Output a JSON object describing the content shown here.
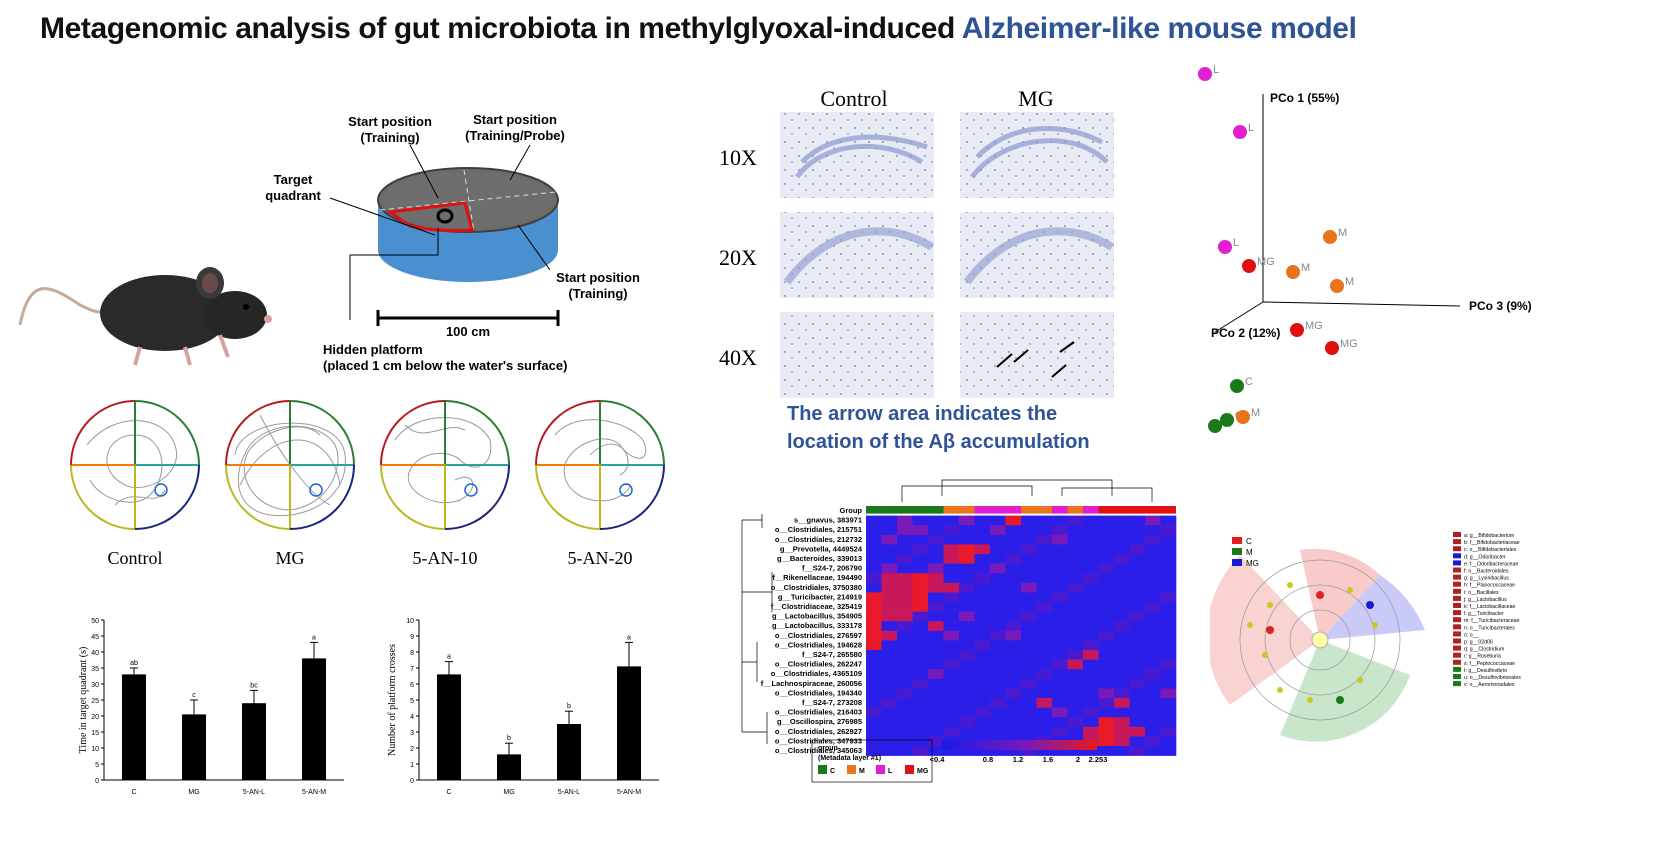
{
  "title": {
    "main": "Metagenomic analysis of gut microbiota in methylglyoxal-induced ",
    "highlight": "Alzheimer-like mouse model",
    "highlight_color": "#2f5496"
  },
  "mwm_diagram": {
    "start_training_1": [
      "Start position",
      "(Training)"
    ],
    "start_training_probe": [
      "Start position",
      "(Training/Probe)"
    ],
    "target_quadrant": [
      "Target",
      "quadrant"
    ],
    "start_training_2": [
      "Start position",
      "(Training)"
    ],
    "scale": "100 cm",
    "hidden_platform": [
      "Hidden platform",
      "(placed 1 cm below the water's surface)"
    ]
  },
  "swim_paths": {
    "labels": [
      "Control",
      "MG",
      "5-AN-10",
      "5-AN-20"
    ]
  },
  "histology": {
    "columns": [
      "Control",
      "MG"
    ],
    "rows": [
      "10X",
      "20X",
      "40X"
    ],
    "caption": [
      "The arrow area indicates the",
      "location of the Aβ  accumulation"
    ]
  },
  "pcoa": {
    "axes": [
      "PCo 1 (55%)",
      "PCo 2 (12%)",
      "PCo 3 (9%)"
    ],
    "points": [
      {
        "label": "L",
        "color": "#e020d0"
      },
      {
        "label": "L",
        "color": "#e020d0"
      },
      {
        "label": "L",
        "color": "#e020d0"
      },
      {
        "label": "M",
        "color": "#e8741c"
      },
      {
        "label": "M",
        "color": "#e8741c"
      },
      {
        "label": "M",
        "color": "#e8741c"
      },
      {
        "label": "MG",
        "color": "#e01010"
      },
      {
        "label": "MG",
        "color": "#e01010"
      },
      {
        "label": "MG",
        "color": "#e01010"
      },
      {
        "label": "C",
        "color": "#1a7a1a"
      },
      {
        "label": "C",
        "color": "#1a7a1a"
      },
      {
        "label": "C",
        "color": "#1a7a1a"
      },
      {
        "label": "M",
        "color": "#e8741c"
      }
    ]
  },
  "heatmap": {
    "row_labels": [
      "Group",
      "s__gnavus, 383971",
      "o__Clostridiales, 215751",
      "o__Clostridiales, 212732",
      "g__Prevotella, 4449524",
      "g__Bacteroides, 339013",
      "f__S24-7, 206790",
      "f__Rikenellaceae, 194490",
      "o__Clostridiales, 3750380",
      "g__Turicibacter, 214919",
      "f__Clostridiaceae, 325419",
      "g__Lactobacillus, 354905",
      "g__Lactobacillus, 333178",
      "o__Clostridiales, 276597",
      "o__Clostridiales, 194628",
      "f__S24-7, 265580",
      "o__Clostridiales, 262247",
      "o__Clostridiales, 4365109",
      "f__Lachnospiraceae, 260056",
      "o__Clostridiales, 194340",
      "f__S24-7, 273208",
      "o__Clostridiales, 216403",
      "g__Oscillospira, 276985",
      "o__Clostridiales, 262927",
      "o__Clostridiales, 347933",
      "o__Clostridiales, 345063"
    ],
    "legend_title": [
      "group",
      "(Metadata layer #1)"
    ],
    "legend_groups": [
      {
        "label": "C",
        "color": "#1a7a1a"
      },
      {
        "label": "M",
        "color": "#e8741c"
      },
      {
        "label": "L",
        "color": "#e020d0"
      },
      {
        "label": "MG",
        "color": "#e01010"
      }
    ],
    "scale_ticks": [
      "<0.4",
      "0.8",
      "1.2",
      "1.6",
      "2",
      "2.253"
    ]
  },
  "lefse": {
    "legend": [
      {
        "label": "C",
        "color": "#e02020"
      },
      {
        "label": "M",
        "color": "#1a7a1a"
      },
      {
        "label": "MG",
        "color": "#1a1ad0"
      }
    ],
    "taxa": [
      "a: g__Bifidobacterium",
      "b: f__Bifidobacteriaceae",
      "c: o__Bifidobacteriales",
      "d: g__Odoribacter",
      "e: f__Odoribacteraceae",
      "f: o__Bacteroidales",
      "g: g__Lysinibacillus",
      "h: f__Planococcaceae",
      "i: o__Bacillales",
      "j: g__Lactobacillus",
      "k: f__Lactobacillaceae",
      "l: g__Turicibacter",
      "m: f__Turicibacteraceae",
      "n: o__Turicibacterales",
      "o: o__",
      "p: g__02d06",
      "q: g__Clostridium",
      "r: g__Roseburia",
      "s: f__Peptococcaceae",
      "t: g__Desulfovibrio",
      "u: o__Desulfovibrionales",
      "v: o__Aeromonadales"
    ],
    "taxa_colors": [
      "#b02020",
      "#b02020",
      "#b02020",
      "#1a1ad0",
      "#1a1ad0",
      "#b02020",
      "#b02020",
      "#b02020",
      "#b02020",
      "#b02020",
      "#b02020",
      "#b02020",
      "#b02020",
      "#b02020",
      "#b02020",
      "#b02020",
      "#b02020",
      "#b02020",
      "#b02020",
      "#1a7a1a",
      "#1a7a1a",
      "#1a7a1a"
    ]
  },
  "bar_chart_labels": {
    "left_ylabel": "Time in target quadrant (s)",
    "right_ylabel": "Number of platform crosses"
  },
  "chart_data": [
    {
      "type": "bar",
      "categories": [
        "C",
        "MG",
        "5-AN-L",
        "5-AN-M"
      ],
      "values": [
        33,
        20.5,
        24,
        38
      ],
      "errors": [
        2,
        4.5,
        4,
        5
      ],
      "letters": [
        "ab",
        "c",
        "bc",
        "a"
      ],
      "xlabel": "",
      "ylabel": "Time in target quadrant (s)",
      "ylim": [
        0,
        50
      ],
      "yticks": [
        0,
        5,
        10,
        15,
        20,
        25,
        30,
        35,
        40,
        45,
        50
      ]
    },
    {
      "type": "bar",
      "categories": [
        "C",
        "MG",
        "5-AN-L",
        "5-AN-M"
      ],
      "values": [
        6.6,
        1.6,
        3.5,
        7.1
      ],
      "errors": [
        0.8,
        0.7,
        0.8,
        1.5
      ],
      "letters": [
        "a",
        "b",
        "b",
        "a"
      ],
      "xlabel": "",
      "ylabel": "Number of platform crosses",
      "ylim": [
        0,
        10
      ],
      "yticks": [
        0,
        1,
        2,
        3,
        4,
        5,
        6,
        7,
        8,
        9,
        10
      ]
    }
  ]
}
